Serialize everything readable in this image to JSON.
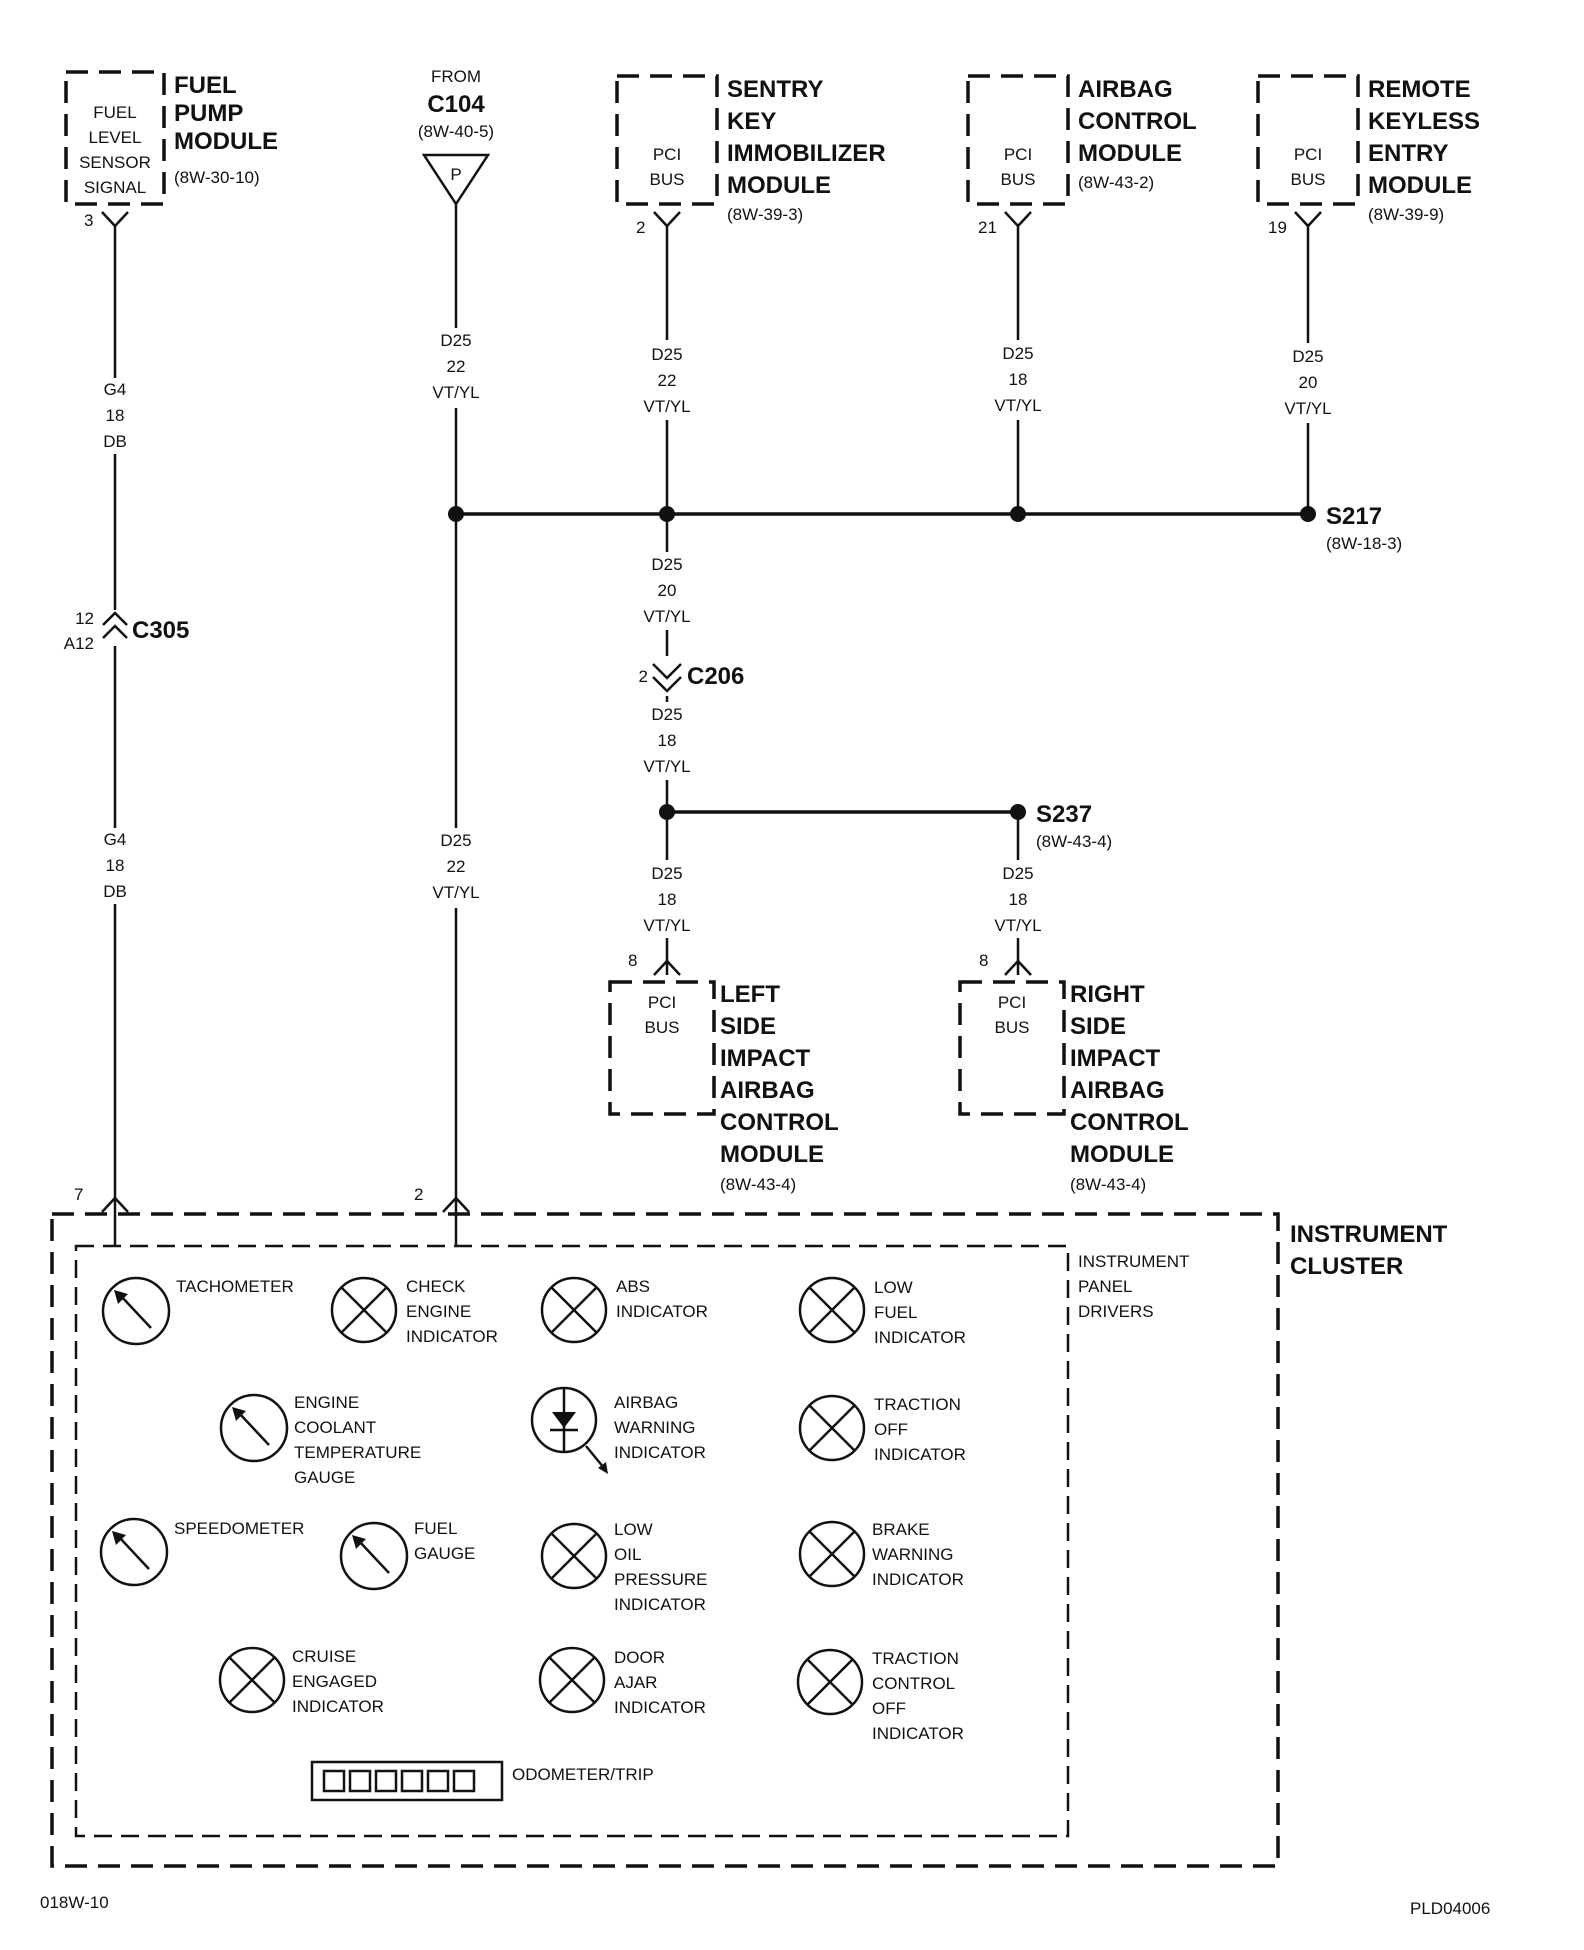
{
  "modules": {
    "fuel_pump": {
      "box_lines": [
        "FUEL",
        "LEVEL",
        "SENSOR",
        "SIGNAL"
      ],
      "title_lines": [
        "FUEL",
        "PUMP",
        "MODULE"
      ],
      "ref": "(8W-30-10)",
      "pin": "3"
    },
    "c104": {
      "from": "FROM",
      "name": "C104",
      "ref": "(8W-40-5)",
      "symbol_letter": "P"
    },
    "sentry_key": {
      "box_lines": [
        "PCI",
        "BUS"
      ],
      "title_lines": [
        "SENTRY",
        "KEY",
        "IMMOBILIZER",
        "MODULE"
      ],
      "ref": "(8W-39-3)",
      "pin": "2"
    },
    "airbag_control": {
      "box_lines": [
        "PCI",
        "BUS"
      ],
      "title_lines": [
        "AIRBAG",
        "CONTROL",
        "MODULE"
      ],
      "ref": "(8W-43-2)",
      "pin": "21"
    },
    "remote_keyless": {
      "box_lines": [
        "PCI",
        "BUS"
      ],
      "title_lines": [
        "REMOTE",
        "KEYLESS",
        "ENTRY",
        "MODULE"
      ],
      "ref": "(8W-39-9)",
      "pin": "19"
    },
    "left_side_airbag": {
      "box_lines": [
        "PCI",
        "BUS"
      ],
      "title_lines": [
        "LEFT",
        "SIDE",
        "IMPACT",
        "AIRBAG",
        "CONTROL",
        "MODULE"
      ],
      "ref": "(8W-43-4)",
      "pin": "8"
    },
    "right_side_airbag": {
      "box_lines": [
        "PCI",
        "BUS"
      ],
      "title_lines": [
        "RIGHT",
        "SIDE",
        "IMPACT",
        "AIRBAG",
        "CONTROL",
        "MODULE"
      ],
      "ref": "(8W-43-4)",
      "pin": "8"
    }
  },
  "wire_labels": {
    "fuel_upper": [
      "G4",
      "18",
      "DB"
    ],
    "fuel_lower": [
      "G4",
      "18",
      "DB"
    ],
    "c104_upper": [
      "D25",
      "22",
      "VT/YL"
    ],
    "c104_lower": [
      "D25",
      "22",
      "VT/YL"
    ],
    "sentry": [
      "D25",
      "22",
      "VT/YL"
    ],
    "airbag": [
      "D25",
      "18",
      "VT/YL"
    ],
    "remote": [
      "D25",
      "20",
      "VT/YL"
    ],
    "bus_down": [
      "D25",
      "20",
      "VT/YL"
    ],
    "c206_down": [
      "D25",
      "18",
      "VT/YL"
    ],
    "left_drop": [
      "D25",
      "18",
      "VT/YL"
    ],
    "right_drop": [
      "D25",
      "18",
      "VT/YL"
    ]
  },
  "connectors": {
    "c305": {
      "name": "C305",
      "pin_top": "12",
      "pin_bottom": "A12"
    },
    "c206": {
      "name": "C206",
      "pin": "2"
    }
  },
  "splices": {
    "s217": {
      "name": "S217",
      "ref": "(8W-18-3)"
    },
    "s237": {
      "name": "S237",
      "ref": "(8W-43-4)"
    }
  },
  "cluster": {
    "title_lines": [
      "INSTRUMENT",
      "CLUSTER"
    ],
    "panel_lines": [
      "INSTRUMENT",
      "PANEL",
      "DRIVERS"
    ],
    "pin_fuel": "7",
    "pin_bus": "2",
    "items": {
      "tachometer": [
        "TACHOMETER"
      ],
      "check_engine": [
        "CHECK",
        "ENGINE",
        "INDICATOR"
      ],
      "abs": [
        "ABS",
        "INDICATOR"
      ],
      "low_fuel": [
        "LOW",
        "FUEL",
        "INDICATOR"
      ],
      "coolant": [
        "ENGINE",
        "COOLANT",
        "TEMPERATURE",
        "GAUGE"
      ],
      "airbag_warning": [
        "AIRBAG",
        "WARNING",
        "INDICATOR"
      ],
      "traction_off": [
        "TRACTION",
        "OFF",
        "INDICATOR"
      ],
      "speedometer": [
        "SPEEDOMETER"
      ],
      "fuel_gauge": [
        "FUEL",
        "GAUGE"
      ],
      "low_oil": [
        "LOW",
        "OIL",
        "PRESSURE",
        "INDICATOR"
      ],
      "brake_warning": [
        "BRAKE",
        "WARNING",
        "INDICATOR"
      ],
      "cruise": [
        "CRUISE",
        "ENGAGED",
        "INDICATOR"
      ],
      "door_ajar": [
        "DOOR",
        "AJAR",
        "INDICATOR"
      ],
      "traction_control_off": [
        "TRACTION",
        "CONTROL",
        "OFF",
        "INDICATOR"
      ],
      "odometer": [
        "ODOMETER/TRIP"
      ]
    }
  },
  "footer": {
    "left": "018W-10",
    "right": "PLD04006"
  }
}
